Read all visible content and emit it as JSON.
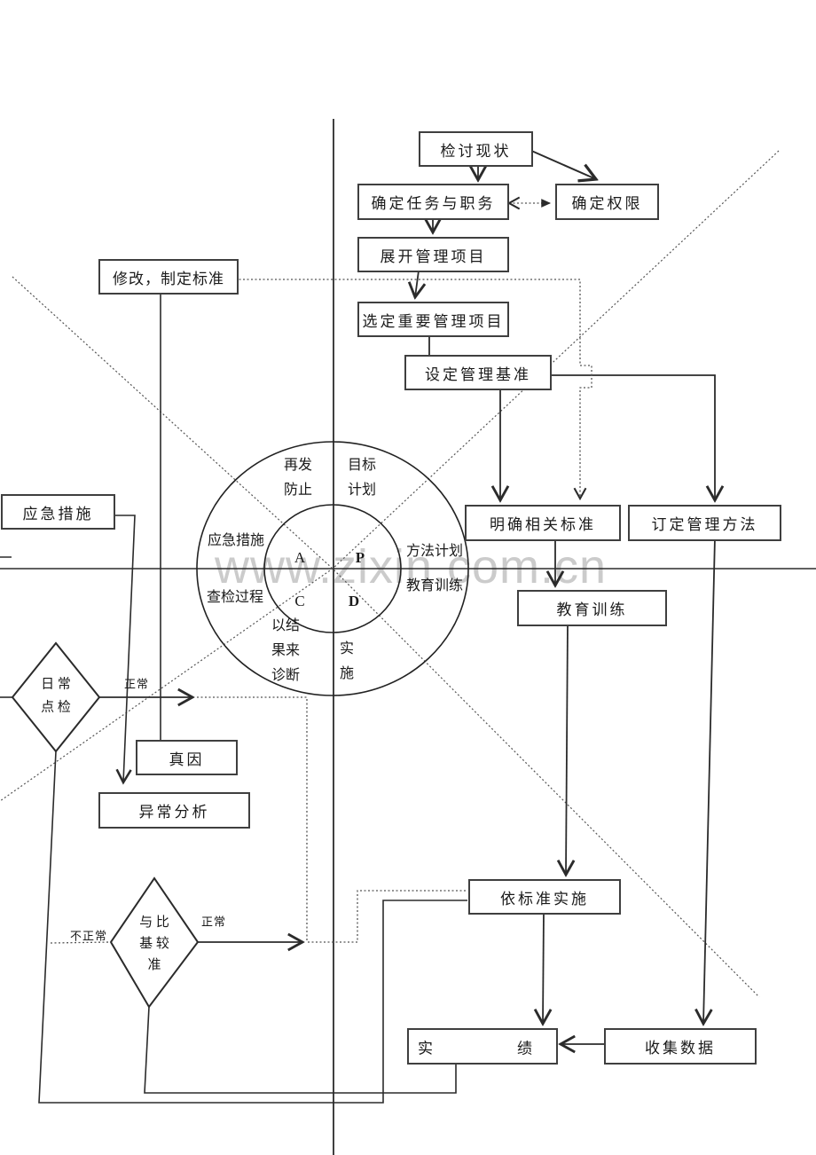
{
  "watermark": "www.zixin.com.cn",
  "flow": {
    "review_status": "检讨现状",
    "define_tasks": "确定任务与职务",
    "define_authority": "确定权限",
    "expand_items": "展开管理项目",
    "select_items": "选定重要管理项目",
    "set_baseline": "设定管理基准",
    "clarify_standards": "明确相关标准",
    "set_methods": "订定管理方法",
    "education_training": "教育训练",
    "implement_standard": "依标准实施",
    "results_left": "实",
    "results_right": "绩",
    "collect_data": "收集数据",
    "modify_standards": "修改，制定标准",
    "emergency_measures": "应急措施",
    "true_cause": "真因",
    "abnormal_analysis": "异常分析"
  },
  "pdca_circle": {
    "letters": {
      "a": "A",
      "p": "P",
      "c": "C",
      "d": "D"
    },
    "ring": {
      "recurrence_prevention": [
        "再发",
        "防止"
      ],
      "goal_plan": [
        "目标",
        "计划"
      ],
      "emergency_measures": "应急措施",
      "method_plan": "方法计划",
      "check_process": "查检过程",
      "education_training": "教育训练",
      "diagnose_by_result": [
        "以结",
        "果来",
        "诊断"
      ],
      "implement": [
        "实",
        "施"
      ]
    }
  },
  "diamonds": {
    "daily_check": [
      "日 常",
      "点 检"
    ],
    "compare_with_baseline": [
      "与 比",
      "基 较",
      "准"
    ]
  },
  "edge_labels": {
    "normal_daily": "正常",
    "normal_compare": "正常",
    "abnormal": "不正常"
  }
}
